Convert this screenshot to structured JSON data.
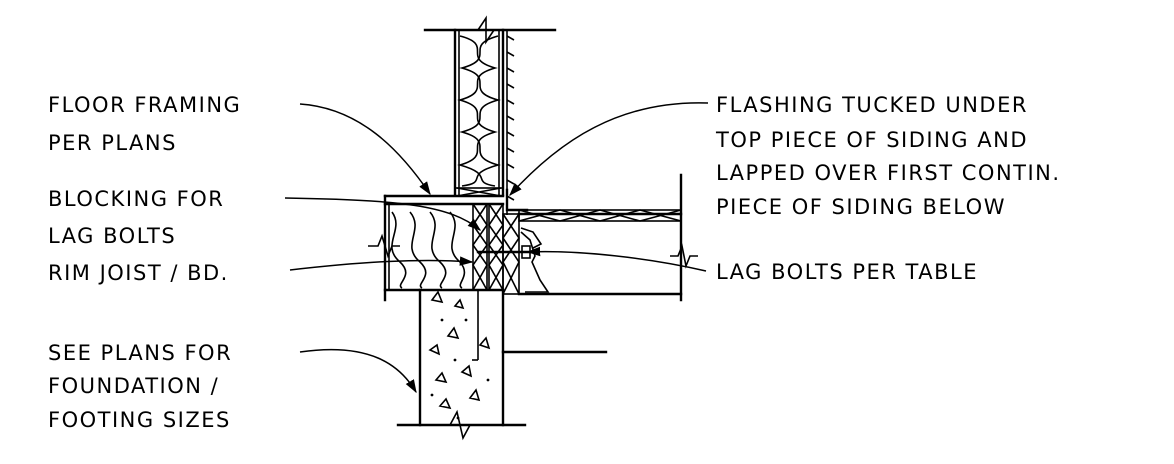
{
  "labels": {
    "floor_framing": [
      "FLOOR FRAMING",
      "PER PLANS"
    ],
    "blocking": [
      "BLOCKING FOR",
      "LAG BOLTS"
    ],
    "rim_joist": [
      "RIM JOIST / BD."
    ],
    "foundation": [
      "SEE PLANS FOR",
      "FOUNDATION /",
      "FOOTING SIZES"
    ],
    "flashing": [
      "FLASHING TUCKED UNDER",
      "TOP PIECE OF SIDING AND",
      "LAPPED OVER FIRST CONTIN.",
      "PIECE OF SIDING BELOW"
    ],
    "lag_bolts": [
      "LAG BOLTS PER TABLE"
    ]
  }
}
